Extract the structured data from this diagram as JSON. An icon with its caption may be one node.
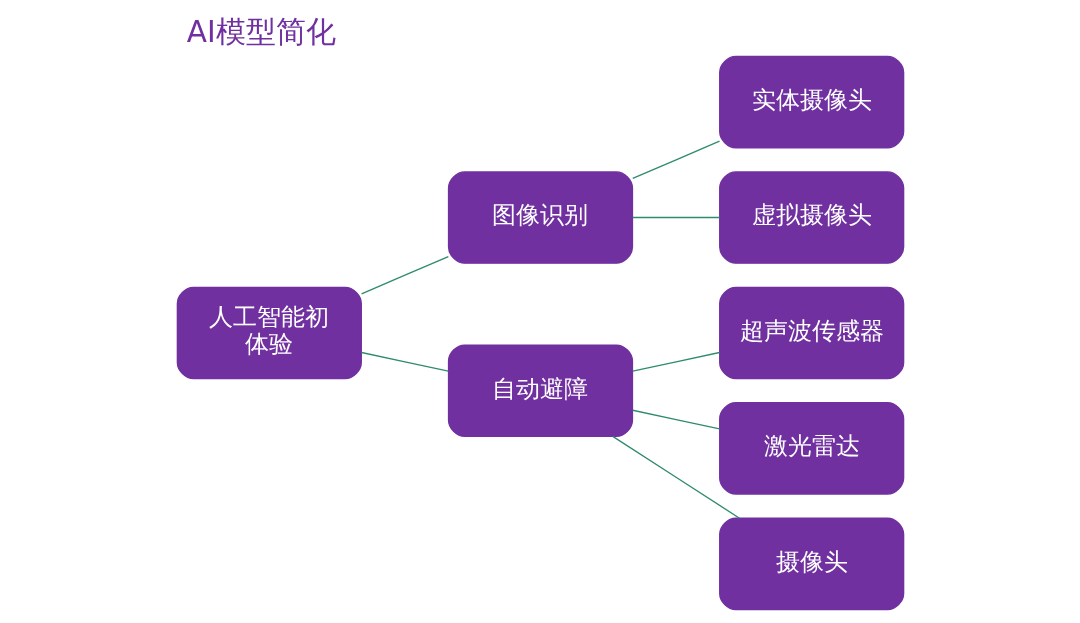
{
  "diagram": {
    "title": "AI模型简化",
    "nodes": [
      {
        "text": [
          "人工智能初体验"
        ]
      },
      {
        "text": [
          "图像识别"
        ]
      },
      {
        "text": [
          "自动避障"
        ]
      },
      {
        "text": [
          "实体摄像头"
        ]
      },
      {
        "text": [
          "虚拟摄像头"
        ]
      },
      {
        "text": [
          "超声波传感器"
        ]
      },
      {
        "text": [
          "激光雷达"
        ]
      },
      {
        "text": [
          "摄像头"
        ]
      }
    ],
    "edges": [
      {
        "from": 0,
        "to": 1,
        "arrow": "none"
      },
      {
        "from": 0,
        "to": 2,
        "arrow": "none"
      },
      {
        "from": 1,
        "to": 3,
        "arrow": "none"
      },
      {
        "from": 1,
        "to": 4,
        "arrow": "none"
      },
      {
        "from": 2,
        "to": 5,
        "arrow": "none"
      },
      {
        "from": 2,
        "to": 6,
        "arrow": "none"
      },
      {
        "from": 2,
        "to": 7,
        "arrow": "none"
      }
    ]
  }
}
